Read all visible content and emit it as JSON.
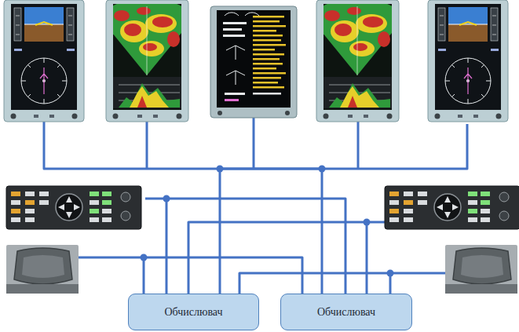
{
  "diagram": {
    "nodes": [
      {
        "text": [
          "Обчислювач"
        ]
      },
      {
        "text": [
          "Обчислювач"
        ]
      }
    ],
    "edges": [
      {
        "from": 0,
        "to": 1,
        "arrow": "none"
      }
    ]
  }
}
